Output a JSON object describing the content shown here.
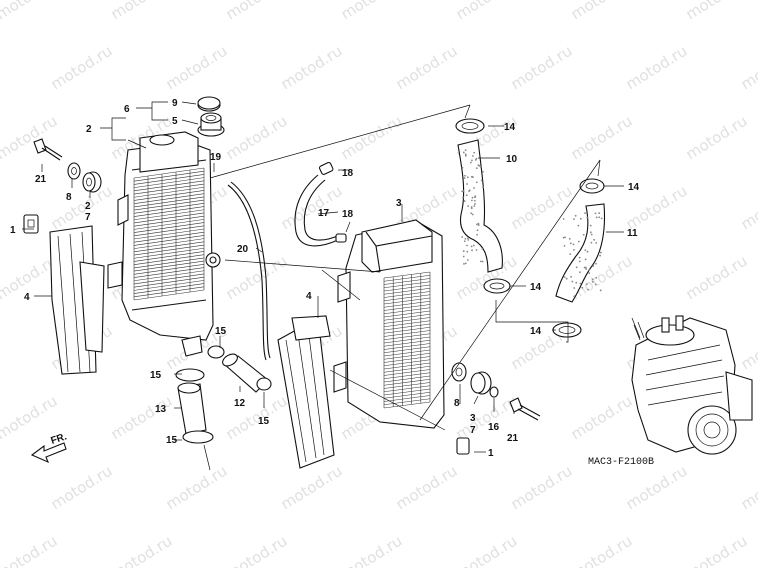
{
  "watermark": "motod.ru",
  "diagram_code": "MAC3-F2100B",
  "front_marker": "FR.",
  "callouts": [
    {
      "id": "c1a",
      "text": "1"
    },
    {
      "id": "c1b",
      "text": "1"
    },
    {
      "id": "c2a",
      "text": "2"
    },
    {
      "id": "c2b",
      "text": "2"
    },
    {
      "id": "c3a",
      "text": "3"
    },
    {
      "id": "c3b",
      "text": "3"
    },
    {
      "id": "c4a",
      "text": "4"
    },
    {
      "id": "c4b",
      "text": "4"
    },
    {
      "id": "c5",
      "text": "5"
    },
    {
      "id": "c6",
      "text": "6"
    },
    {
      "id": "c7a",
      "text": "7"
    },
    {
      "id": "c7b",
      "text": "7"
    },
    {
      "id": "c8a",
      "text": "8"
    },
    {
      "id": "c8b",
      "text": "8"
    },
    {
      "id": "c9",
      "text": "9"
    },
    {
      "id": "c10",
      "text": "10"
    },
    {
      "id": "c11",
      "text": "11"
    },
    {
      "id": "c12",
      "text": "12"
    },
    {
      "id": "c13",
      "text": "13"
    },
    {
      "id": "c14a",
      "text": "14"
    },
    {
      "id": "c14b",
      "text": "14"
    },
    {
      "id": "c14c",
      "text": "14"
    },
    {
      "id": "c14d",
      "text": "14"
    },
    {
      "id": "c15a",
      "text": "15"
    },
    {
      "id": "c15b",
      "text": "15"
    },
    {
      "id": "c15c",
      "text": "15"
    },
    {
      "id": "c15d",
      "text": "15"
    },
    {
      "id": "c16",
      "text": "16"
    },
    {
      "id": "c17",
      "text": "17"
    },
    {
      "id": "c18a",
      "text": "18"
    },
    {
      "id": "c18b",
      "text": "18"
    },
    {
      "id": "c19",
      "text": "19"
    },
    {
      "id": "c20",
      "text": "20"
    },
    {
      "id": "c21a",
      "text": "21"
    },
    {
      "id": "c21b",
      "text": "21"
    }
  ]
}
